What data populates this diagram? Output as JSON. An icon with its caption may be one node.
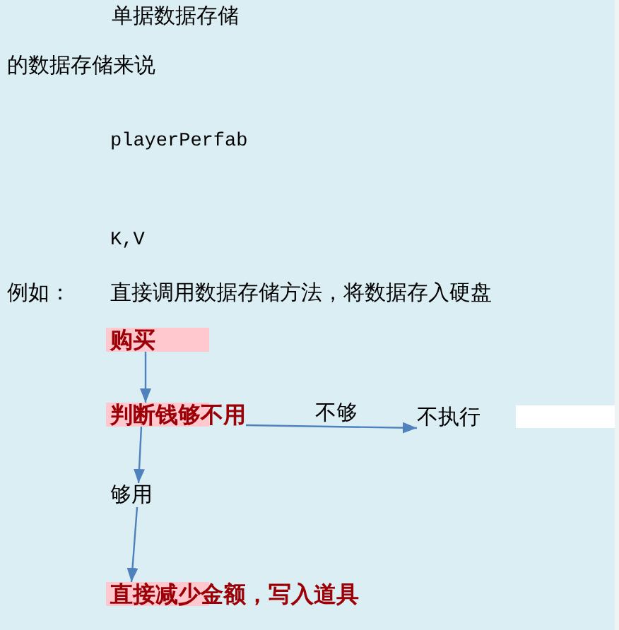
{
  "diagram": {
    "nodes": [
      {
        "text": [
          "购买"
        ]
      },
      {
        "text": [
          "判断钱够不用"
        ]
      },
      {
        "text": [
          "不执行"
        ]
      },
      {
        "text": [
          "够用"
        ]
      },
      {
        "text": [
          "直接减少金额，写入道具"
        ]
      }
    ],
    "edges": [
      {
        "from": 0,
        "to": 1,
        "arrow": "to"
      },
      {
        "from": 1,
        "to": 2,
        "arrow": "to",
        "label": "不够"
      },
      {
        "from": 1,
        "to": 3,
        "arrow": "to"
      },
      {
        "from": 3,
        "to": 4,
        "arrow": "to"
      }
    ],
    "labels": [
      "单据数据存储",
      "的数据存储来说",
      "playerPerfab",
      "K,V",
      "例如：",
      "直接调用数据存储方法，将数据存入硬盘"
    ]
  }
}
